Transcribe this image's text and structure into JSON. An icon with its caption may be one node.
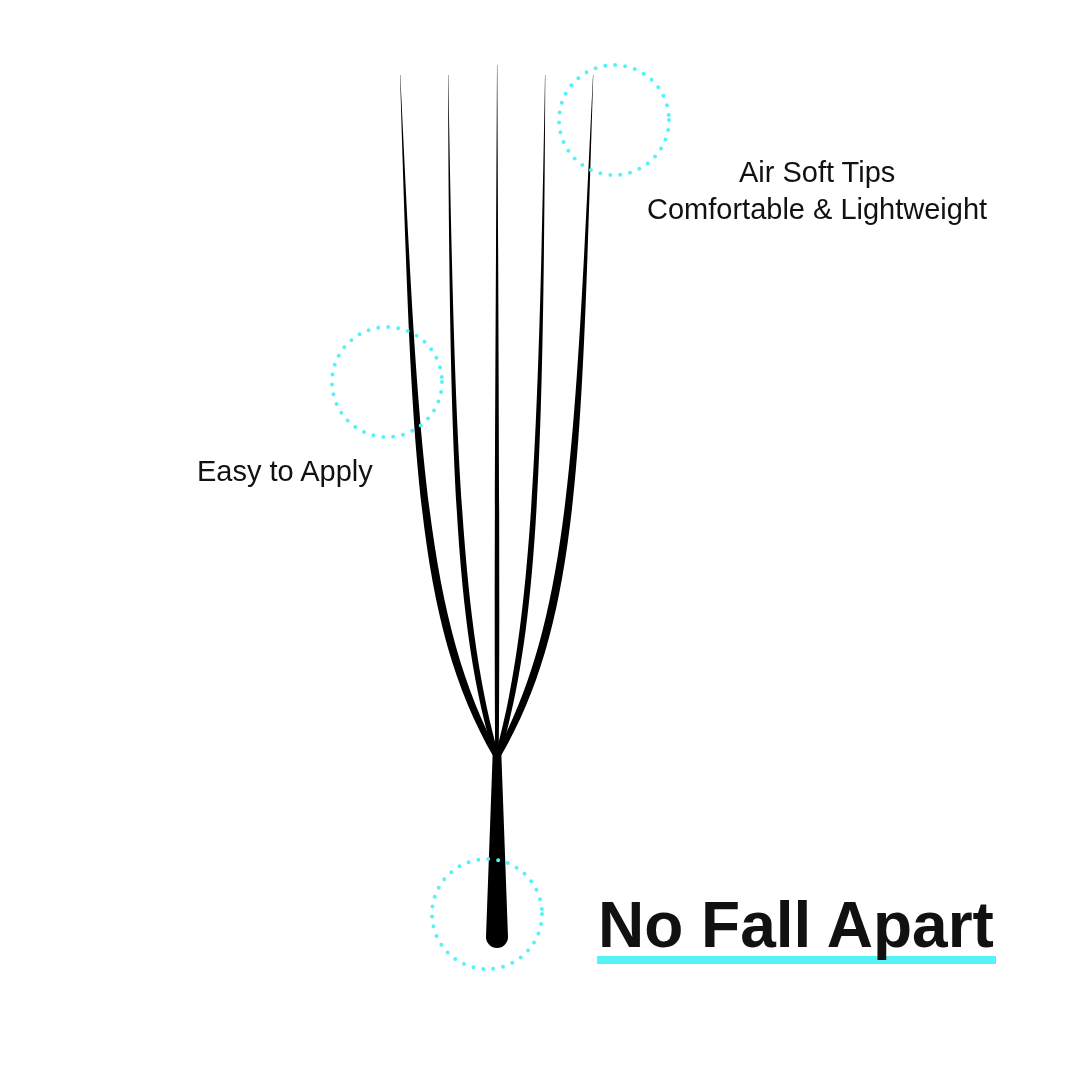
{
  "diagram": {
    "labels": [
      "Air Soft Tips",
      "Comfortable & Lightweight",
      "Easy to Apply",
      "No Fall Apart"
    ]
  }
}
